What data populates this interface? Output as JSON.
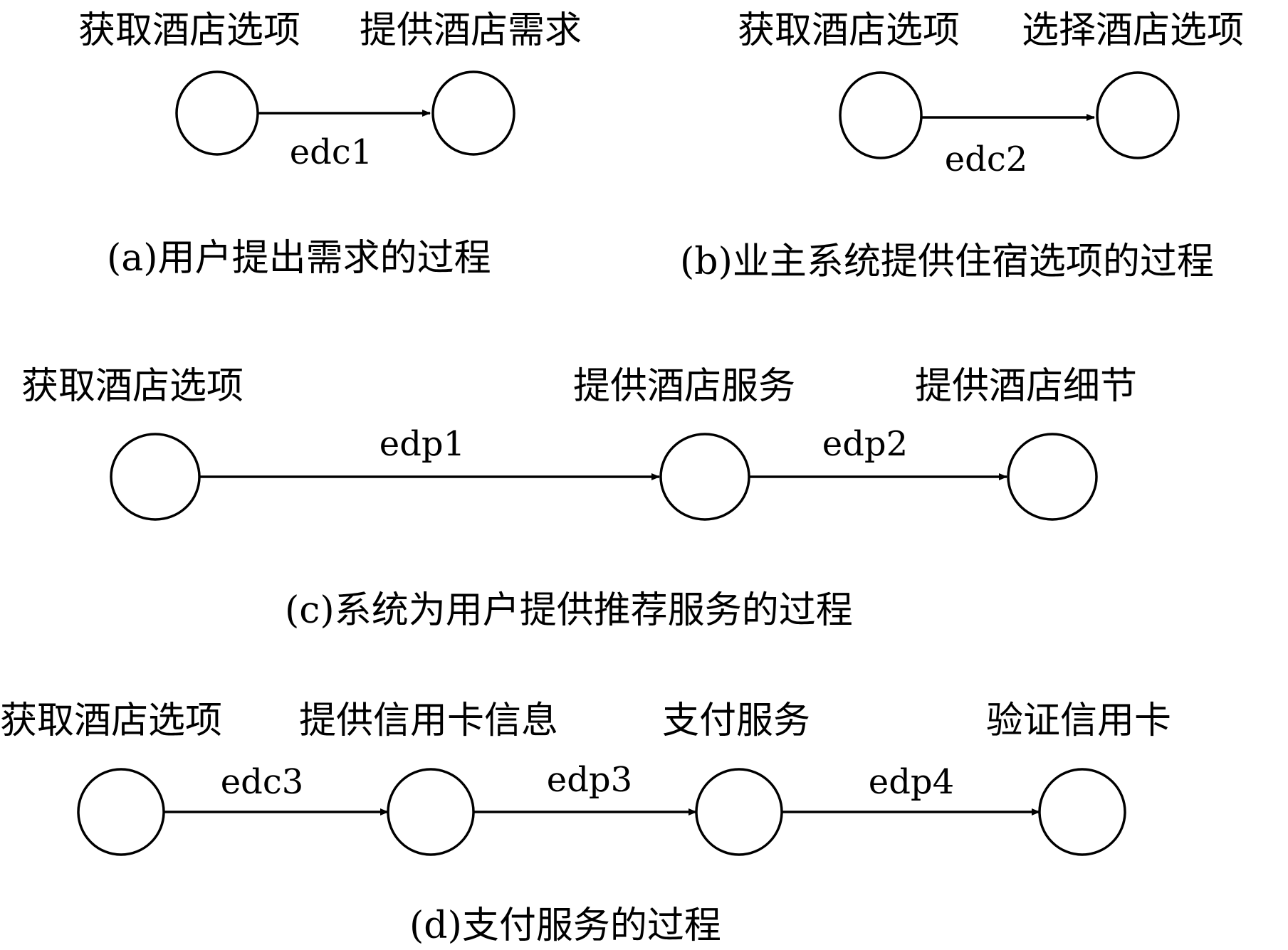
{
  "diagrams": {
    "a": {
      "caption": "(a)用户提出需求的过程",
      "nodes": [
        "获取酒店选项",
        "提供酒店需求"
      ],
      "edges": [
        "edc1"
      ]
    },
    "b": {
      "caption": "(b)业主系统提供住宿选项的过程",
      "nodes": [
        "获取酒店选项",
        "选择酒店选项"
      ],
      "edges": [
        "edc2"
      ]
    },
    "c": {
      "caption": "(c)系统为用户提供推荐服务的过程",
      "nodes": [
        "获取酒店选项",
        "提供酒店服务",
        "提供酒店细节"
      ],
      "edges": [
        "edp1",
        "edp2"
      ]
    },
    "d": {
      "caption": "(d)支付服务的过程",
      "nodes": [
        "获取酒店选项",
        "提供信用卡信息",
        "支付服务",
        "验证信用卡"
      ],
      "edges": [
        "edc3",
        "edp3",
        "edp4"
      ]
    }
  }
}
